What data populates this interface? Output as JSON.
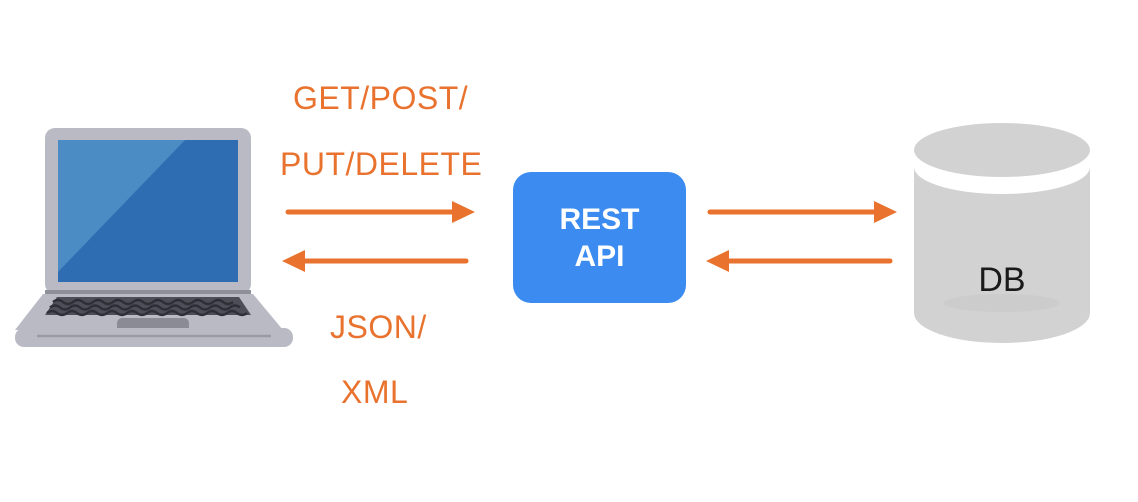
{
  "diagram": {
    "type": "architecture-flow",
    "nodes": [
      "client-laptop",
      "rest-api",
      "database"
    ]
  },
  "labels": {
    "request_line1": "GET/POST/",
    "request_line2": "PUT/DELETE",
    "response_line1": "JSON/",
    "response_line2": "XML"
  },
  "api_box": {
    "line1": "REST",
    "line2": "API"
  },
  "db": {
    "label": "DB"
  },
  "colors": {
    "arrow_orange": "#E8722E",
    "api_blue": "#3B8BF0",
    "api_text": "#FFFFFF",
    "db_gray": "#D2D2D2",
    "db_text": "#1A1A1A",
    "laptop_body_gray": "#B9BAC3",
    "laptop_screen_blue": "#2E6DB2",
    "laptop_screen_highlight": "#4B8CC4"
  },
  "icons": {
    "laptop": "laptop-illustration-icon",
    "database": "database-cylinder-icon"
  }
}
